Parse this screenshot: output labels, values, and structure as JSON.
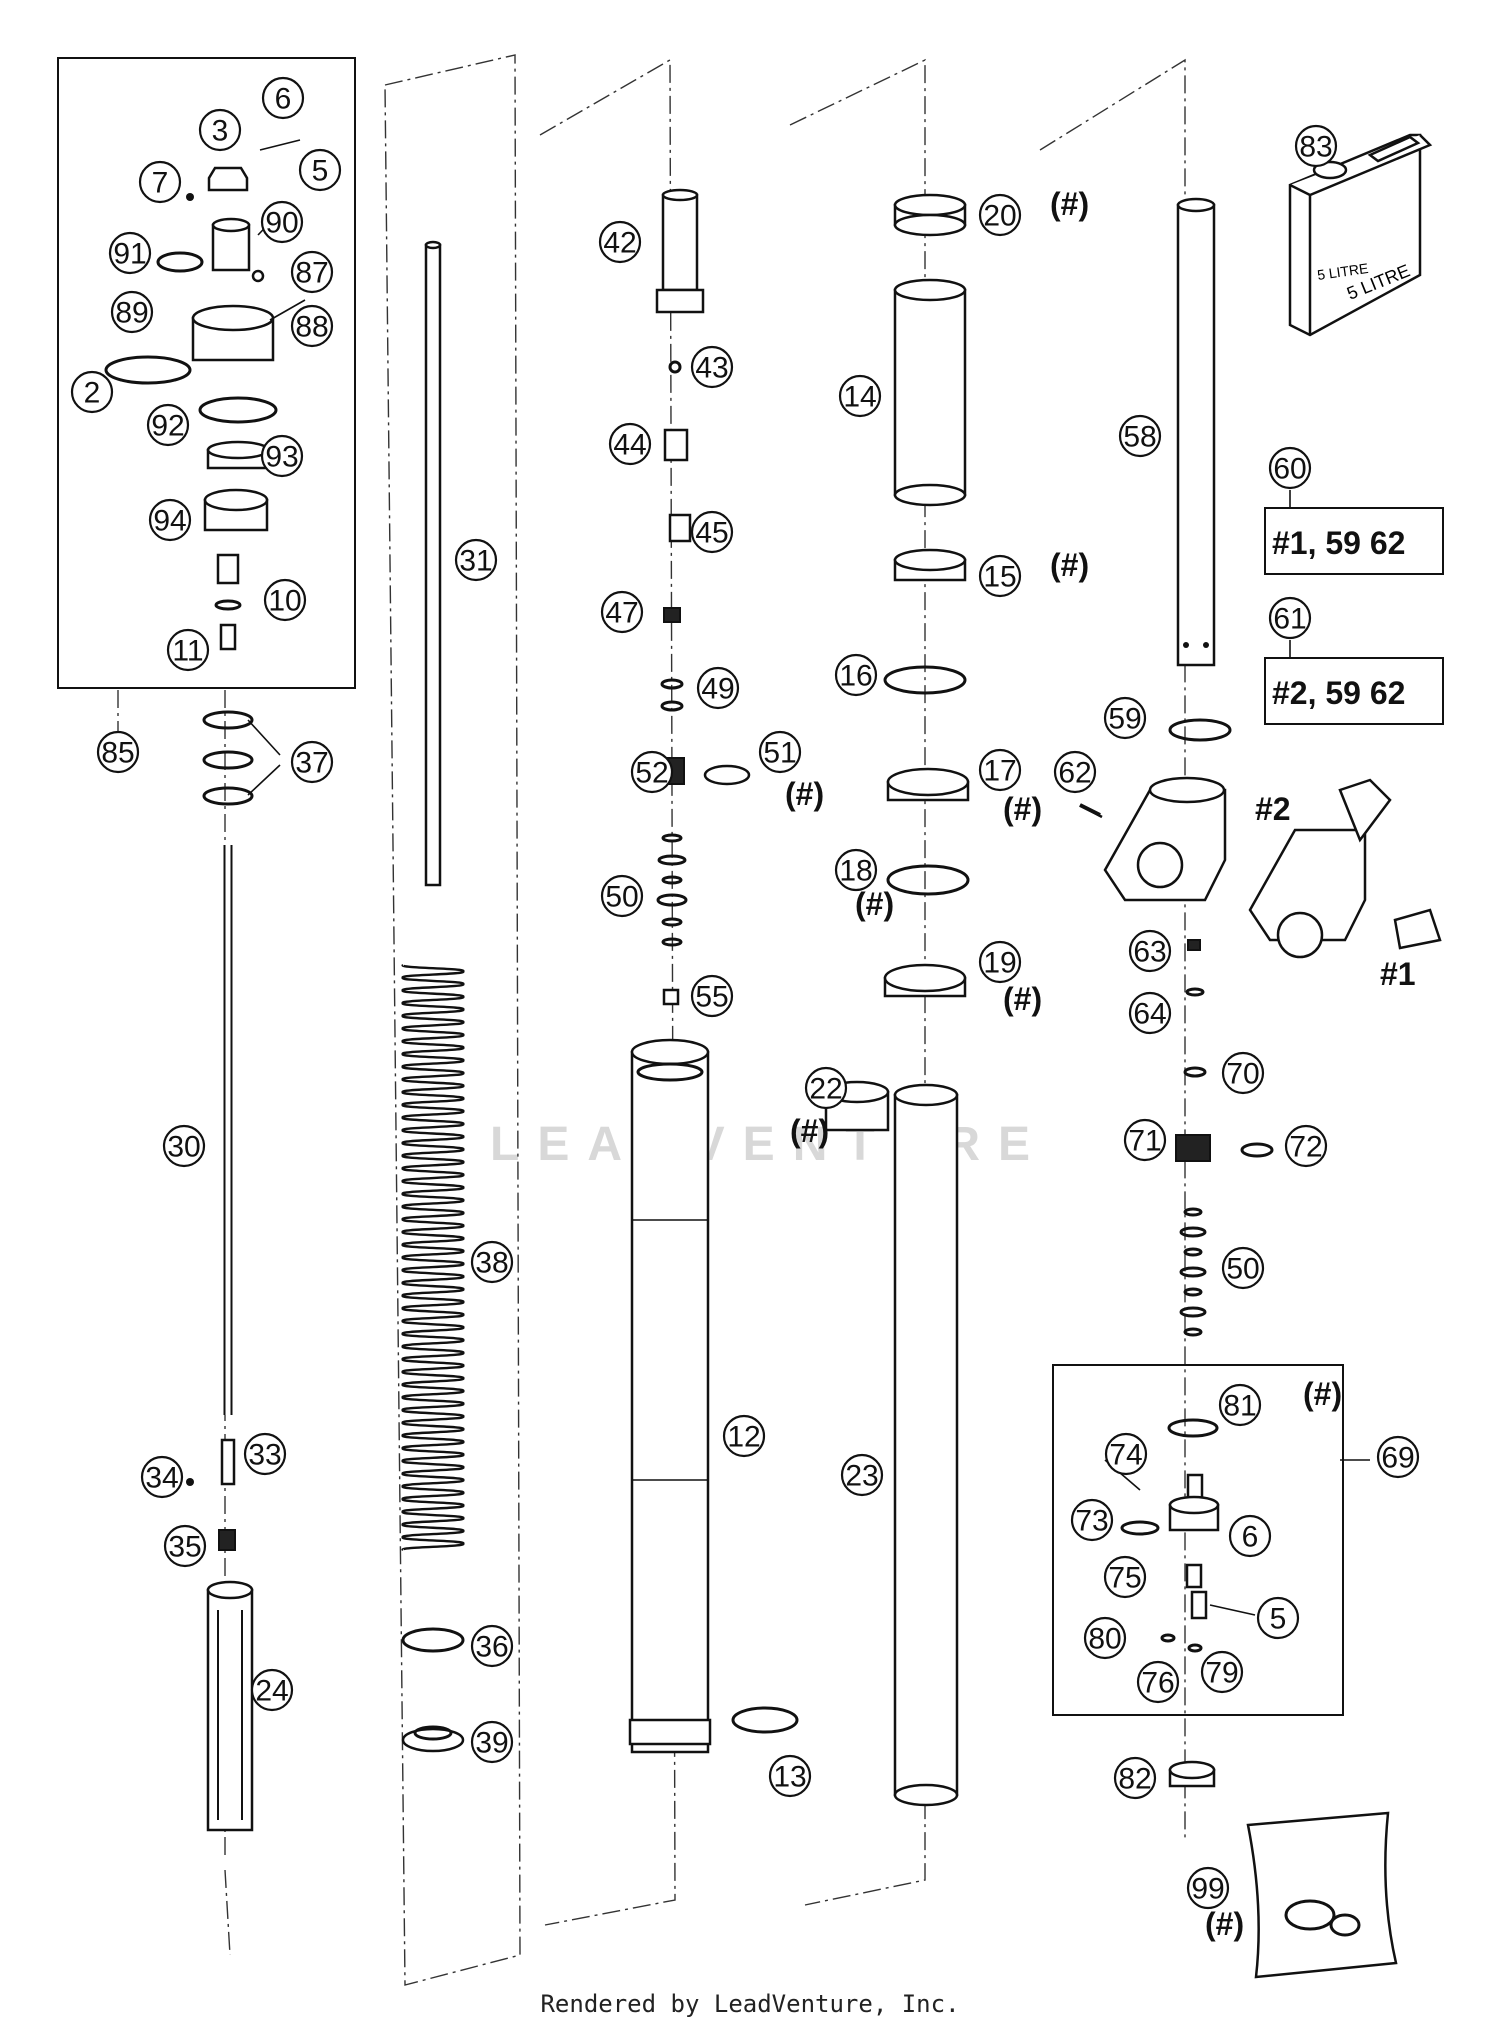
{
  "footer_text": "Rendered by LeadVenture, Inc.",
  "watermark_text": "LEADVENTURE",
  "can_labels": [
    "5 LITRE",
    "5 LITRE"
  ],
  "variant_tags": [
    "#1",
    "#2"
  ],
  "note_marker": "(#)",
  "kit_boxes": [
    {
      "id": "60",
      "contents": "#1, 59 62"
    },
    {
      "id": "61",
      "contents": "#2, 59 62"
    }
  ],
  "callouts": [
    "2",
    "3",
    "5",
    "6",
    "7",
    "10",
    "11",
    "12",
    "13",
    "14",
    "15",
    "16",
    "17",
    "18",
    "19",
    "20",
    "22",
    "23",
    "24",
    "30",
    "31",
    "33",
    "34",
    "35",
    "36",
    "37",
    "38",
    "39",
    "42",
    "43",
    "44",
    "45",
    "47",
    "49",
    "50",
    "51",
    "52",
    "55",
    "58",
    "59",
    "60",
    "61",
    "62",
    "63",
    "64",
    "69",
    "70",
    "71",
    "72",
    "73",
    "74",
    "75",
    "76",
    "79",
    "80",
    "81",
    "82",
    "83",
    "85",
    "87",
    "88",
    "89",
    "90",
    "91",
    "92",
    "93",
    "94",
    "99"
  ]
}
